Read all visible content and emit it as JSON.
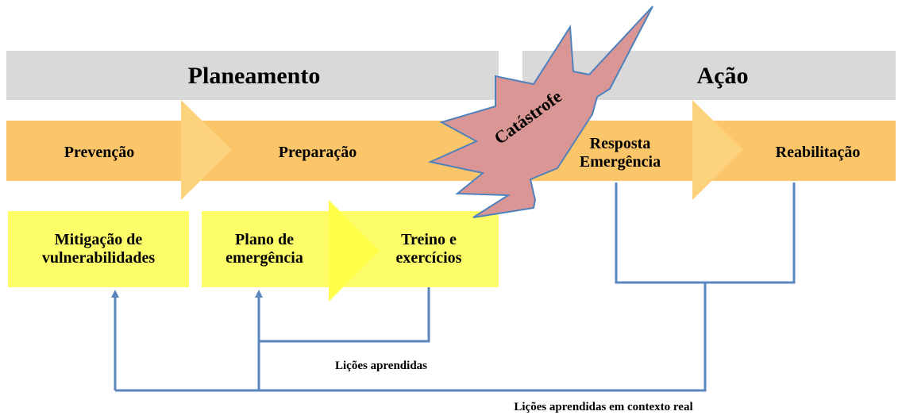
{
  "phases": {
    "planning": "Planeamento",
    "action": "Ação"
  },
  "stages": {
    "prevention": "Prevenção",
    "preparation": "Preparação",
    "response_line1": "Resposta",
    "response_line2": "Emergência",
    "rehabilitation": "Reabilitação"
  },
  "activities": {
    "mitigation_line1": "Mitigação de",
    "mitigation_line2": "vulnerabilidades",
    "plan_line1": "Plano de",
    "plan_line2": "emergência",
    "training_line1": "Treino e",
    "training_line2": "exercícios"
  },
  "event": {
    "catastrophe": "Catástrofe"
  },
  "feedback": {
    "lessons_learned": "Lições aprendidas",
    "lessons_learned_real": "Lições aprendidas em contexto real"
  },
  "colors": {
    "phase_bar": "#d9d9d9",
    "stage_band": "#fbc66a",
    "stage_arrow": "#fdd27c",
    "activity_box": "#fdfd6a",
    "activity_arrow": "#ffff4a",
    "burst_fill": "#d99694",
    "burst_stroke": "#4f81bd",
    "feedback_line": "#5b86bd"
  }
}
